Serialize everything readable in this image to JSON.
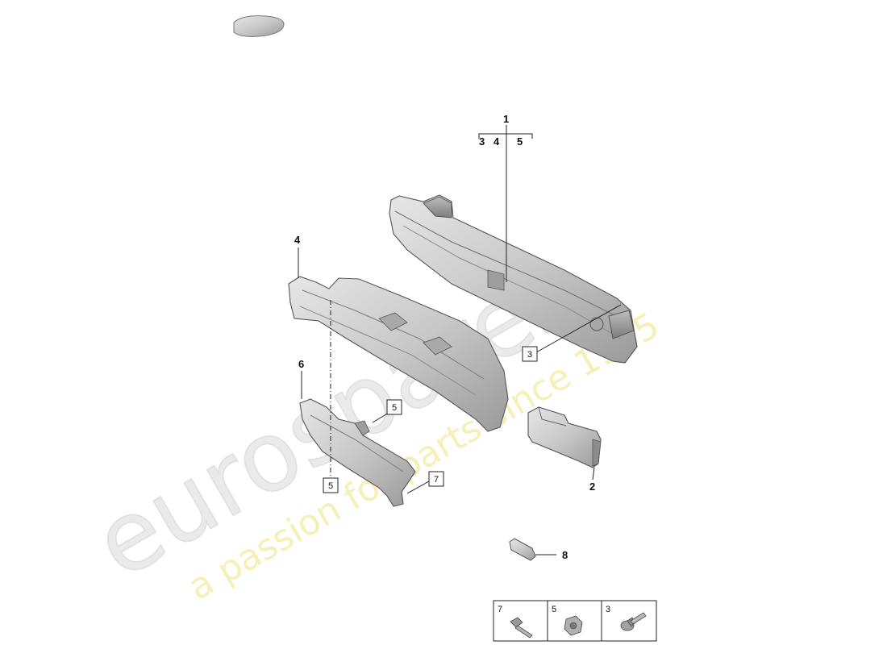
{
  "watermark": {
    "brand": "eurospares",
    "tagline": "a passion for parts since 1985"
  },
  "callouts": {
    "c1": "1",
    "c2": "2",
    "c4": "4",
    "c6": "6",
    "c8": "8",
    "group_3": "3",
    "group_4": "4",
    "group_5": "5"
  },
  "boxes": {
    "b3": "3",
    "b5_top": "5",
    "b5_bottom": "5",
    "b7": "7"
  },
  "fastener_table": {
    "cells": [
      {
        "label": "7",
        "icon": "bolt-icon"
      },
      {
        "label": "5",
        "icon": "nut-icon"
      },
      {
        "label": "3",
        "icon": "flange-bolt-icon"
      }
    ]
  }
}
